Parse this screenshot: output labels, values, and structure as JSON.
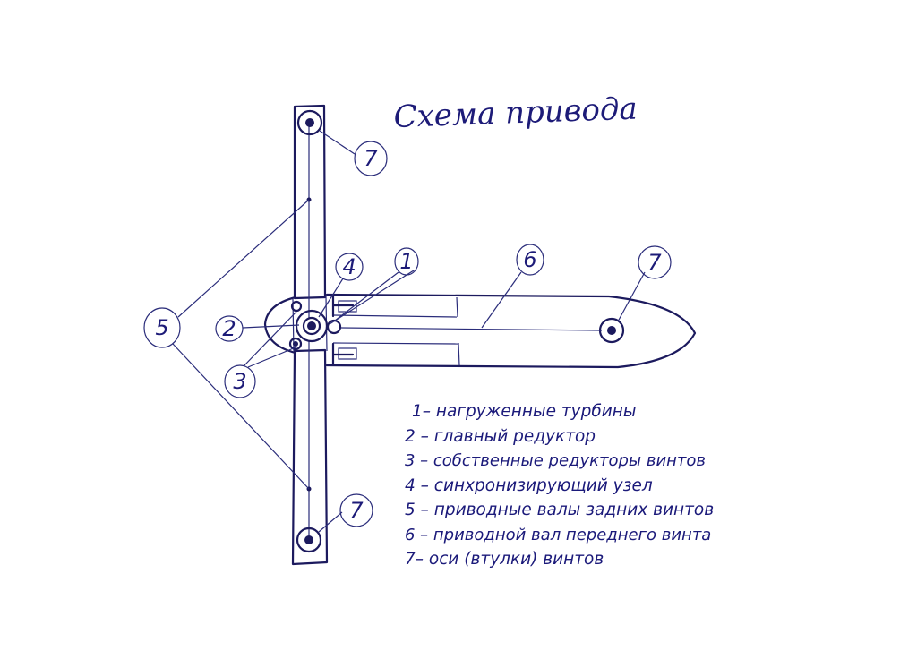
{
  "title": "Схема привода",
  "callouts": {
    "c1": "1",
    "c2": "2",
    "c3": "3",
    "c4": "4",
    "c5": "5",
    "c6": "6",
    "c7_top": "7",
    "c7_right": "7",
    "c7_bottom": "7"
  },
  "legend": [
    "1– нагруженные турбины",
    "2 – главный редуктор",
    "3 – собственные редукторы винтов",
    "4 – синхронизирующий узел",
    "5 – приводные валы задних винтов",
    "6 – приводной вал переднего винта",
    "7– оси (втулки) винтов"
  ],
  "colors": {
    "ink": "#1c1a5e",
    "pen": "#1d1b78"
  }
}
